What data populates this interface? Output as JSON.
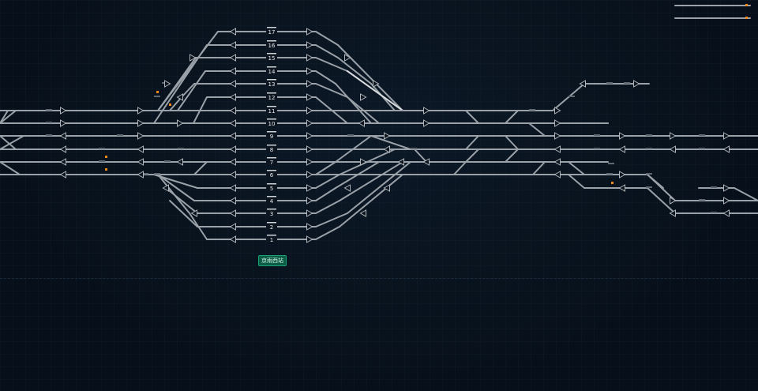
{
  "station": {
    "name": "京雨西站"
  },
  "track_numbers": [
    "17",
    "16",
    "15",
    "14",
    "13",
    "12",
    "11",
    "10",
    "9",
    "8",
    "7",
    "6",
    "5",
    "4",
    "3",
    "2",
    "1"
  ],
  "colors": {
    "background": "#07101a",
    "track": "#9aa1a8",
    "track_highlight": "#d9dde0",
    "signal": "#b0b5ba",
    "signal_marker": "#f08a1c",
    "station_badge": "#0b5e45"
  }
}
